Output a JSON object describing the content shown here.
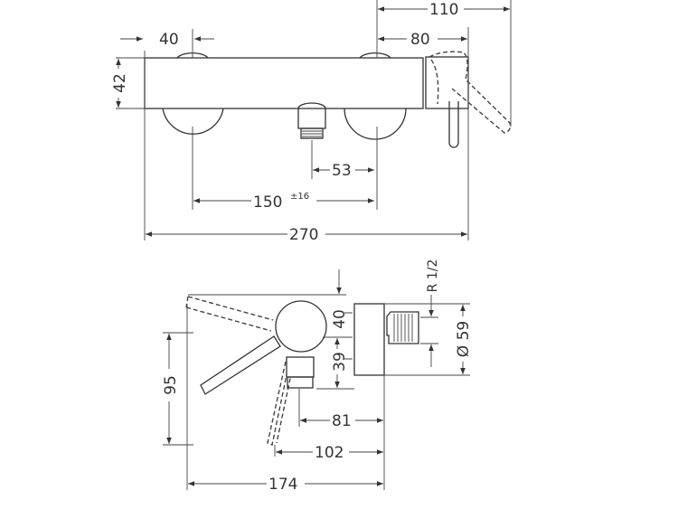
{
  "top_view": {
    "dims": {
      "knob_offset": "40",
      "height": "42",
      "overall_lever": "110",
      "lever_body": "80",
      "outlet_offset": "53",
      "center_distance": "150",
      "center_tolerance": "±16",
      "overall_width": "270"
    }
  },
  "side_view": {
    "dims": {
      "top_offset": "40",
      "outlet_height": "39",
      "projection": "95",
      "outlet_depth": "81",
      "lever_depth": "102",
      "overall_depth": "174",
      "diameter": "Ø 59",
      "thread": "R 1/2"
    }
  }
}
